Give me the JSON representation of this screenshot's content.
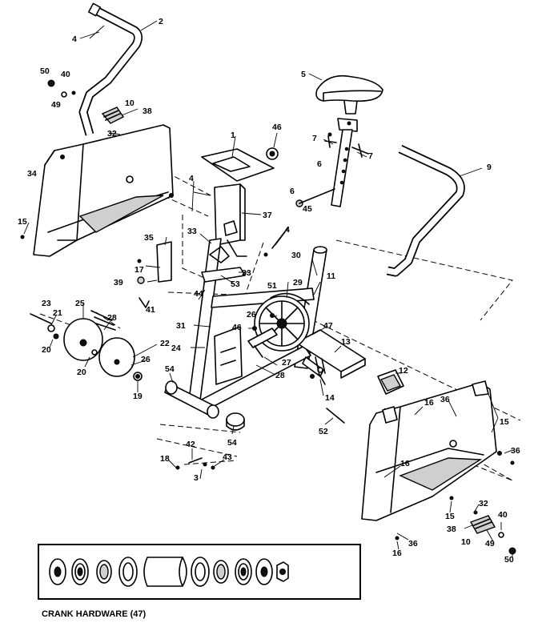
{
  "diagram": {
    "caption": "CRANK HARDWARE (47)",
    "callouts": {
      "c1": "1",
      "c2": "2",
      "c3a": "3",
      "c4a": "4",
      "c4b": "4",
      "c4c": "4",
      "c5": "5",
      "c6a": "6",
      "c6b": "6",
      "c7a": "7",
      "c7b": "7",
      "c9": "9",
      "c10a": "10",
      "c10b": "10",
      "c11": "11",
      "c12": "12",
      "c13": "13",
      "c14": "14",
      "c15a": "15",
      "c15b": "15",
      "c15c": "15",
      "c16a": "16",
      "c16b": "16",
      "c16c": "16",
      "c17": "17",
      "c18": "18",
      "c19": "19",
      "c20a": "20",
      "c20b": "20",
      "c21": "21",
      "c22": "22",
      "c23": "23",
      "c24": "24",
      "c25": "25",
      "c26a": "26",
      "c26b": "26",
      "c27": "27",
      "c28a": "28",
      "c28b": "28",
      "c29": "29",
      "c30": "30",
      "c31": "31",
      "c32a": "32",
      "c32b": "32",
      "c33a": "33",
      "c33b": "33",
      "c34": "34",
      "c35": "35",
      "c36a": "36",
      "c36b": "36",
      "c36c": "36",
      "c37": "37",
      "c38a": "38",
      "c38b": "38",
      "c39": "39",
      "c40a": "40",
      "c40b": "40",
      "c41": "41",
      "c42": "42",
      "c43": "43",
      "c44": "44",
      "c45": "45",
      "c46a": "46",
      "c46b": "46",
      "c47": "47",
      "c49a": "49",
      "c49b": "49",
      "c50a": "50",
      "c50b": "50",
      "c51": "51",
      "c52": "52",
      "c53": "53",
      "c54a": "54",
      "c54b": "54"
    }
  }
}
